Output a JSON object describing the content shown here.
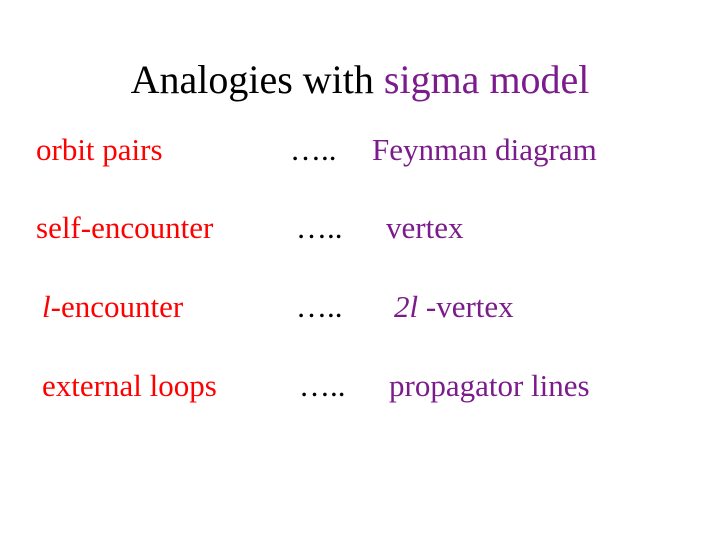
{
  "title": {
    "part1": "Analogies with ",
    "part2": "sigma model"
  },
  "rows": [
    {
      "left": "orbit pairs",
      "dots": "…..",
      "right": "Feynman diagram"
    },
    {
      "left": "self-encounter",
      "dots": "…..",
      "right": "vertex"
    },
    {
      "left_italic": "l",
      "left_rest": "-encounter",
      "dots": "…..",
      "right_italic": "2l",
      "right_rest": " -vertex"
    },
    {
      "left": "external loops",
      "dots": "…..",
      "right": "propagator lines"
    }
  ],
  "colors": {
    "left_text": "#ff0000",
    "right_text": "#7b1b8c",
    "title_text": "#000000",
    "title_accent": "#7b1b8c",
    "background": "#ffffff"
  }
}
